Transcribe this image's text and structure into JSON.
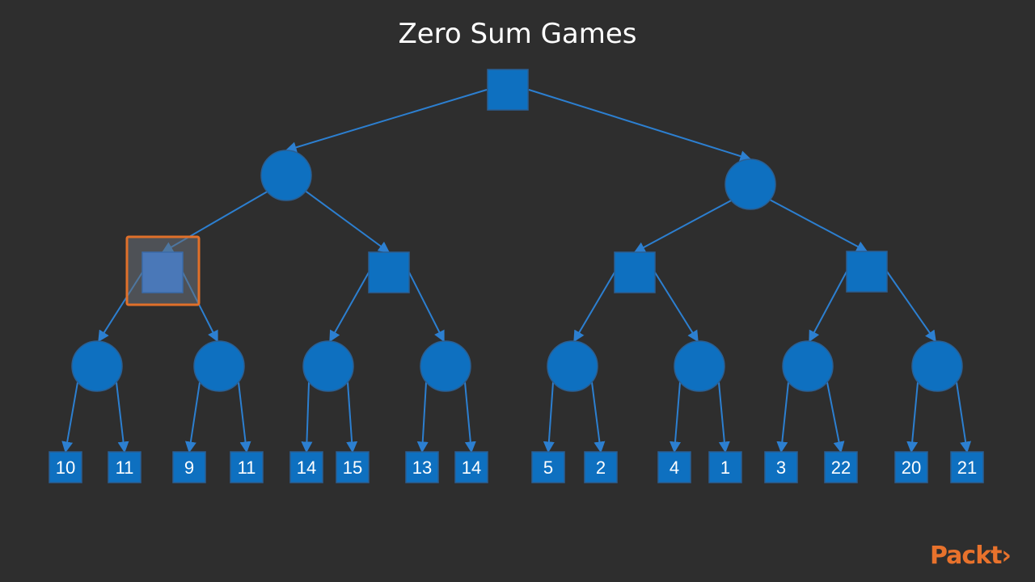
{
  "title": "Zero Sum Games",
  "logo": "Packt",
  "colors": {
    "node_fill": "#0e70c0",
    "node_stroke": "#2a5f93",
    "edge": "#2c7fd0",
    "highlight_border": "#e0702a",
    "highlight_fill": "#6a6f78",
    "background": "#2e2e2e"
  },
  "tree": {
    "shape": "square",
    "children": [
      {
        "shape": "circle",
        "children": [
          {
            "shape": "square",
            "highlighted": true,
            "children": [
              {
                "shape": "circle",
                "children": [
                  {
                    "shape": "leaf",
                    "value": "10"
                  },
                  {
                    "shape": "leaf",
                    "value": "11"
                  }
                ]
              },
              {
                "shape": "circle",
                "children": [
                  {
                    "shape": "leaf",
                    "value": "9"
                  },
                  {
                    "shape": "leaf",
                    "value": "11"
                  }
                ]
              }
            ]
          },
          {
            "shape": "square",
            "children": [
              {
                "shape": "circle",
                "children": [
                  {
                    "shape": "leaf",
                    "value": "14"
                  },
                  {
                    "shape": "leaf",
                    "value": "15"
                  }
                ]
              },
              {
                "shape": "circle",
                "children": [
                  {
                    "shape": "leaf",
                    "value": "13"
                  },
                  {
                    "shape": "leaf",
                    "value": "14"
                  }
                ]
              }
            ]
          }
        ]
      },
      {
        "shape": "circle",
        "children": [
          {
            "shape": "square",
            "children": [
              {
                "shape": "circle",
                "children": [
                  {
                    "shape": "leaf",
                    "value": "5"
                  },
                  {
                    "shape": "leaf",
                    "value": "2"
                  }
                ]
              },
              {
                "shape": "circle",
                "children": [
                  {
                    "shape": "leaf",
                    "value": "4"
                  },
                  {
                    "shape": "leaf",
                    "value": "1"
                  }
                ]
              }
            ]
          },
          {
            "shape": "square",
            "children": [
              {
                "shape": "circle",
                "children": [
                  {
                    "shape": "leaf",
                    "value": "3"
                  },
                  {
                    "shape": "leaf",
                    "value": "22"
                  }
                ]
              },
              {
                "shape": "circle",
                "children": [
                  {
                    "shape": "leaf",
                    "value": "20"
                  },
                  {
                    "shape": "leaf",
                    "value": "21"
                  }
                ]
              }
            ]
          }
        ]
      }
    ]
  }
}
